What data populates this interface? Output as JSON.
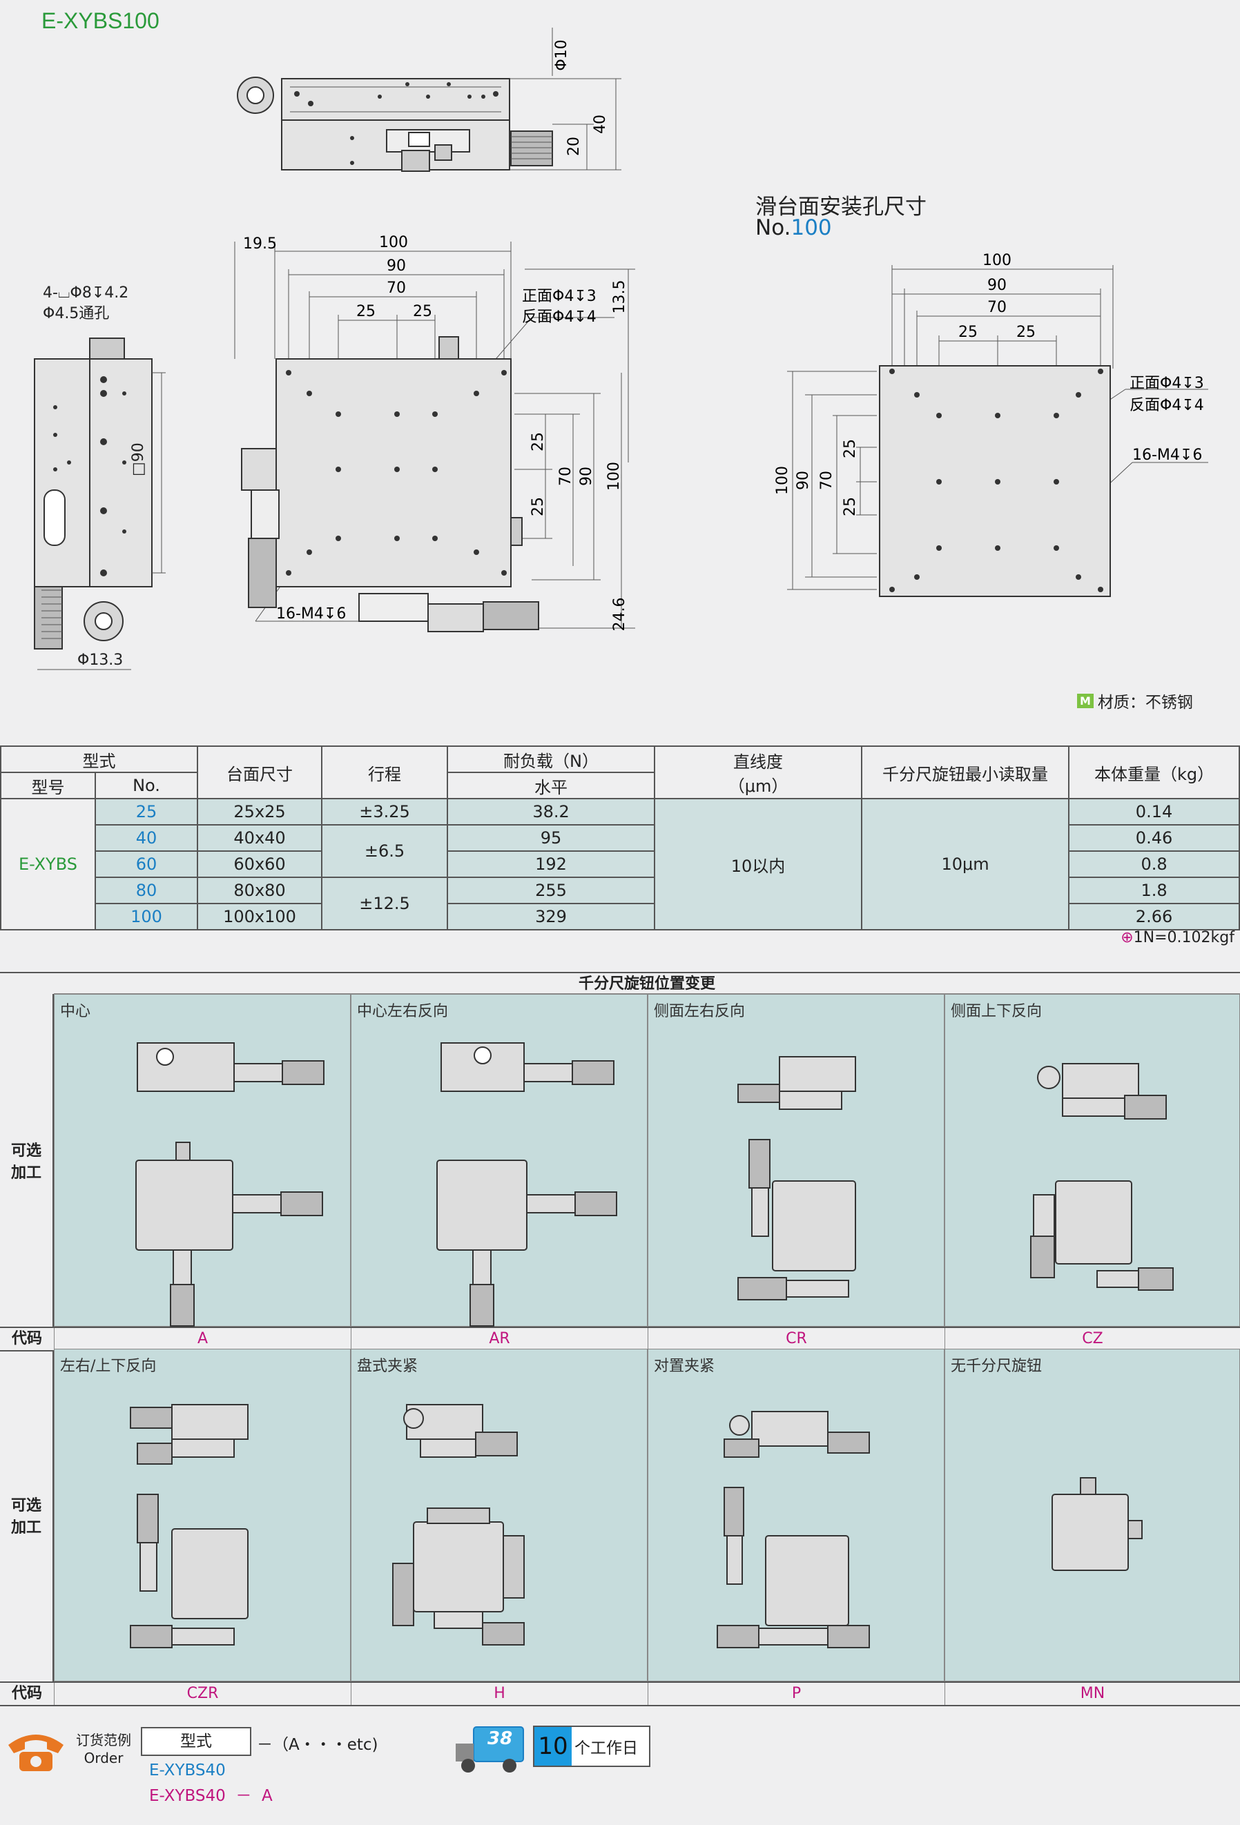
{
  "header": {
    "model_title": "E-XYBS100",
    "mount_title": "滑台面安装孔尺寸",
    "mount_no_prefix": "No.",
    "mount_no_value": "100"
  },
  "left_drawing": {
    "hole_spec_1": "4-⌴Φ8↧4.2",
    "hole_spec_2": "Φ4.5通孔",
    "square_90": "□90",
    "dia_13_3": "Φ13.3"
  },
  "top_drawing": {
    "phi10": "Φ10",
    "d40": "40",
    "d20": "20"
  },
  "front_drawing": {
    "d19_5": "19.5",
    "d100": "100",
    "d90": "90",
    "d70": "70",
    "d25a": "25",
    "d25b": "25",
    "d13_5": "13.5",
    "front_hole": "正面Φ4↧3",
    "back_hole": "反面Φ4↧4",
    "v25a": "25",
    "v70": "70",
    "v90": "90",
    "v100": "100",
    "v25b": "25",
    "tap": "16-M4↧6",
    "d24_6": "24.6"
  },
  "mount_drawing": {
    "h100": "100",
    "h90": "90",
    "h70": "70",
    "h25a": "25",
    "h25b": "25",
    "v100": "100",
    "v90": "90",
    "v70": "70",
    "v25a": "25",
    "v25b": "25",
    "front_hole": "正面Φ4↧3",
    "back_hole": "反面Φ4↧4",
    "tap": "16-M4↧6"
  },
  "material": {
    "badge": "M",
    "label": "材质：不锈钢"
  },
  "spec_table": {
    "h_form": "型式",
    "h_model": "型号",
    "h_no": "No.",
    "h_size": "台面尺寸",
    "h_travel": "行程",
    "h_load": "耐负载（N）",
    "h_load_sub": "水平",
    "h_straight": "直线度",
    "h_straight_unit": "（μm）",
    "h_reading": "千分尺旋钮最小读取量",
    "h_weight": "本体重量（kg）",
    "model": "E-XYBS",
    "straightness": "10以内",
    "reading": "10μm",
    "travel_25": "±3.25",
    "travel_40_60": "±6.5",
    "travel_80_100": "±12.5",
    "rows": [
      {
        "no": "25",
        "size": "25x25",
        "load": "38.2",
        "weight": "0.14"
      },
      {
        "no": "40",
        "size": "40x40",
        "load": "95",
        "weight": "0.46"
      },
      {
        "no": "60",
        "size": "60x60",
        "load": "192",
        "weight": "0.8"
      },
      {
        "no": "80",
        "size": "80x80",
        "load": "255",
        "weight": "1.8"
      },
      {
        "no": "100",
        "size": "100x100",
        "load": "329",
        "weight": "2.66"
      }
    ],
    "note": "1N=0.102kgf"
  },
  "options": {
    "header": "千分尺旋钮位置变更",
    "side_label": "可选\n加工",
    "code_label": "代码",
    "row1": [
      {
        "label": "中心",
        "code": "A"
      },
      {
        "label": "中心左右反向",
        "code": "AR"
      },
      {
        "label": "侧面左右反向",
        "code": "CR"
      },
      {
        "label": "侧面上下反向",
        "code": "CZ"
      }
    ],
    "row2": [
      {
        "label": "左右/上下反向",
        "code": "CZR"
      },
      {
        "label": "盘式夹紧",
        "code": "H"
      },
      {
        "label": "对置夹紧",
        "code": "P"
      },
      {
        "label": "无千分尺旋钮",
        "code": "MN"
      }
    ]
  },
  "order": {
    "label_cn": "订货范例",
    "label_en": "Order",
    "box": "型式",
    "suffix": "－（A・・・etc)",
    "example1": "E-XYBS40",
    "example2": "E-XYBS40  －  A",
    "truck_no": "38",
    "days_num": "10",
    "days_label": "个工作日"
  },
  "colors": {
    "green": "#2a9a3a",
    "blue": "#1b7fc4",
    "magenta": "#c0157e",
    "cell_bg": "#c6dcdc",
    "orange": "#e87722"
  }
}
